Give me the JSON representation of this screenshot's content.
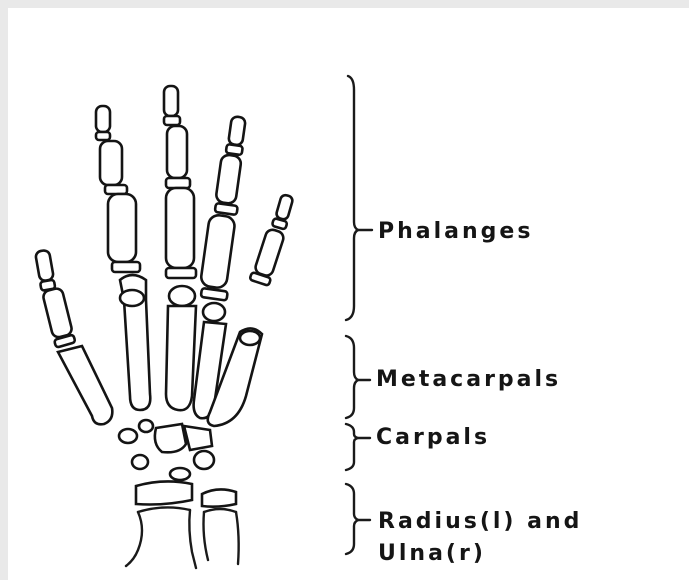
{
  "labels": {
    "phalanges": "Phalanges",
    "metacarpals": "Metacarpals",
    "carpals": "Carpals",
    "radius_ulna_line1": "Radius(l) and",
    "radius_ulna_line2": "Ulna(r)"
  },
  "colors": {
    "background": "#e9e9e9",
    "panel": "#ffffff",
    "ink": "#151515"
  }
}
